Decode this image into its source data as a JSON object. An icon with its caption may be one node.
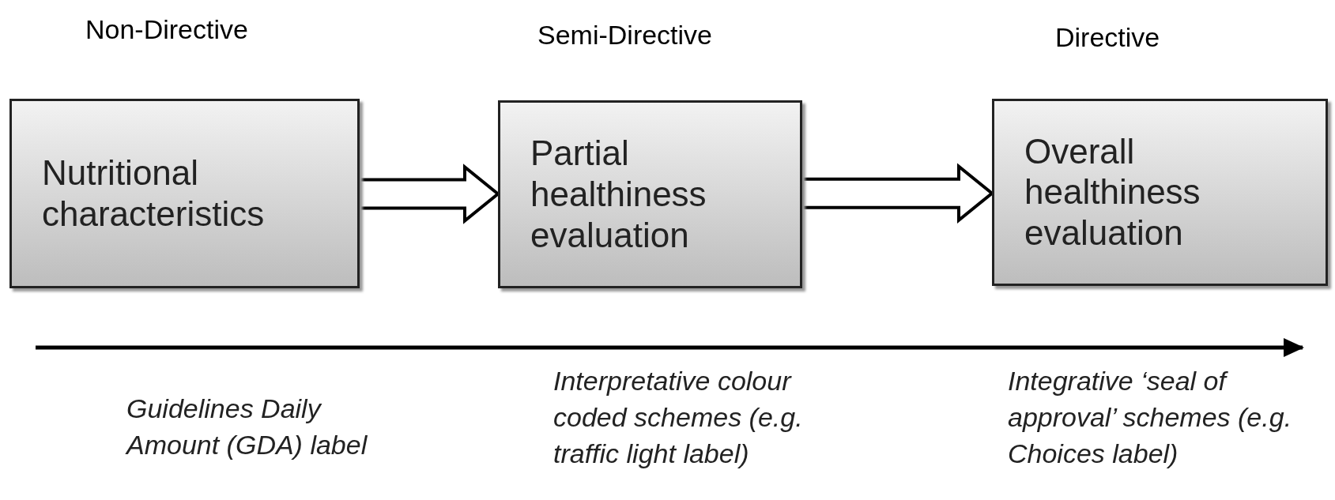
{
  "diagram": {
    "nodes": [
      {
        "text": [
          "Non-Directive",
          "Nutritional characteristics"
        ]
      },
      {
        "text": [
          "Semi-Directive",
          "Partial healthiness evaluation"
        ]
      },
      {
        "text": [
          "Directive",
          "Overall healthiness evaluation"
        ]
      }
    ],
    "edges": [
      {
        "from": 0,
        "to": 1,
        "arrow": "to",
        "style": "thick"
      },
      {
        "from": 1,
        "to": 2,
        "arrow": "to",
        "style": "thick"
      }
    ],
    "labels": [
      "Guidelines Daily Amount (GDA) label",
      "Interpretative colour coded schemes (e.g. traffic light label)",
      "Integrative ‘seal of approval’ schemes (e.g. Choices label)"
    ]
  }
}
